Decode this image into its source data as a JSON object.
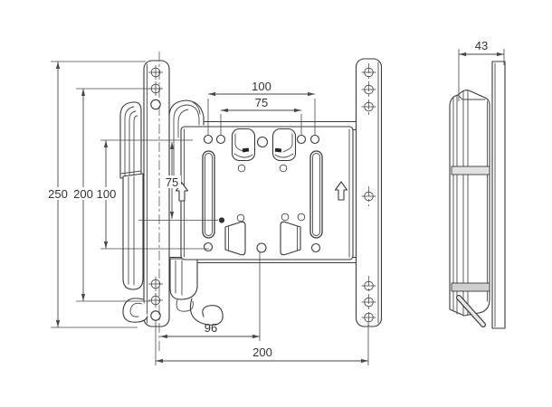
{
  "page": {
    "background": "#ffffff"
  },
  "drawing": {
    "kind": "CAD technical drawing",
    "subject": "TV wall-mount bracket, front view and side view",
    "line_color": "#3a3a3a",
    "dimension_color": "#474747",
    "dims": {
      "height_250": "250",
      "height_200": "200",
      "height_100": "100",
      "hole_span_100": "100",
      "hole_span_75": "75",
      "vertical_75": "75",
      "offset_96": "96",
      "width_200": "200",
      "depth_43": "43"
    }
  }
}
